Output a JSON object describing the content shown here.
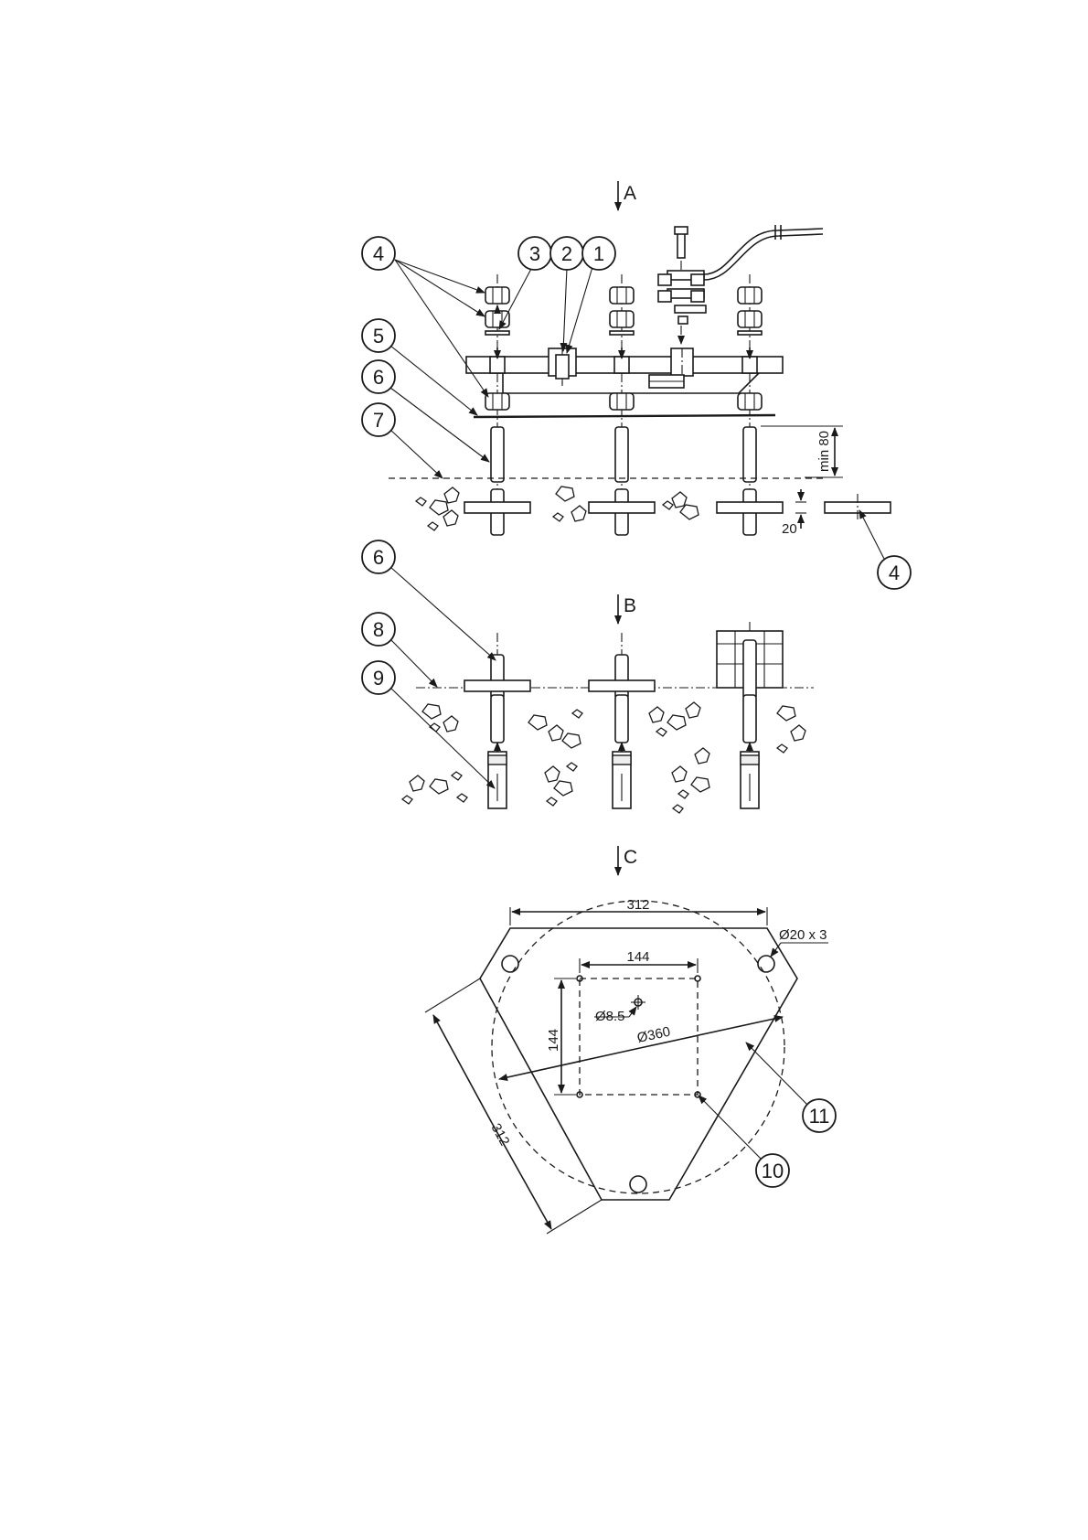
{
  "views": {
    "a": "A",
    "b": "B",
    "c": "C"
  },
  "callouts": {
    "c1": "1",
    "c2": "2",
    "c3": "3",
    "c4_top": "4",
    "c4_side": "4",
    "c5": "5",
    "c6_a": "6",
    "c7": "7",
    "c6_b": "6",
    "c8": "8",
    "c9": "9",
    "c10": "10",
    "c11": "11"
  },
  "dimensions": {
    "min80": "min 80",
    "d20": "20",
    "top_width": "312",
    "hole_dia": "Ø20 x 3",
    "inner_width": "144",
    "inner_height": "144",
    "small_hole": "Ø8.5",
    "circle_dia": "Ø360",
    "side_width": "312"
  }
}
